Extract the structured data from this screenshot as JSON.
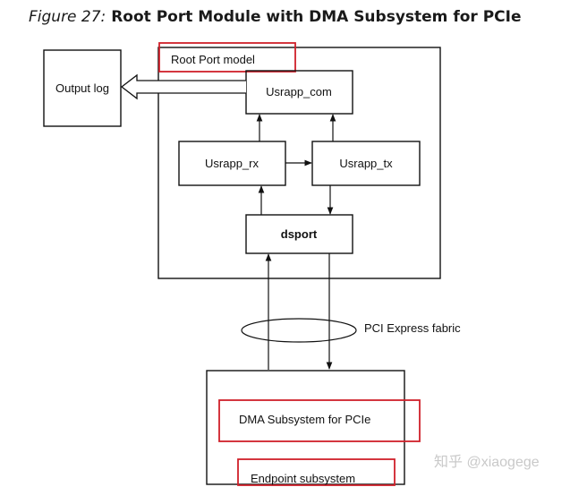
{
  "figure": {
    "number": "Figure 27:",
    "title": "Root Port Module with DMA Subsystem for PCIe"
  },
  "diagram": {
    "output_log": "Output log",
    "root_port_model": "Root Port model",
    "usrapp_com": "Usrapp_com",
    "usrapp_rx": "Usrapp_rx",
    "usrapp_tx": "Usrapp_tx",
    "dsport": "dsport",
    "pci_fabric": "PCI Express fabric",
    "dma_subsystem": "DMA Subsystem for PCIe",
    "endpoint_subsystem": "Endpoint subsystem"
  },
  "watermark": "知乎 @xiaogege",
  "colors": {
    "highlight": "#d0202a",
    "line": "#111111",
    "watermark": "#c9c9c9"
  }
}
